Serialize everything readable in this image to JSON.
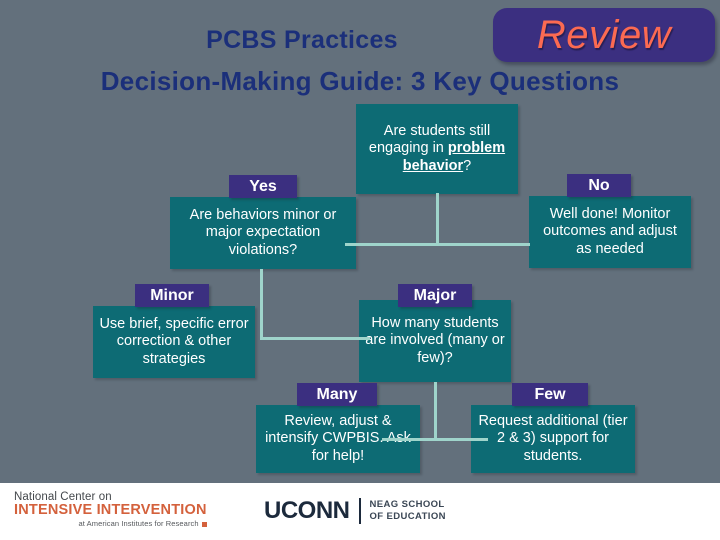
{
  "slide": {
    "background_color": "#63707c",
    "title": {
      "line1": "PCBS Practices",
      "line2": "Decision-Making Guide: 3 Key Questions",
      "color": "#1b2f7a"
    },
    "review_badge": {
      "text": "Review",
      "background_color": "#3b2f80",
      "text_color": "#fb6a52"
    }
  },
  "flowchart": {
    "node_color": "#0d6b74",
    "chip_color": "#3b2f80",
    "connector_color": "#9fd4cb",
    "q1": {
      "text_before": "Are students still engaging in ",
      "emphasis": "problem behavior",
      "text_after": "?"
    },
    "chips": {
      "yes": "Yes",
      "no": "No",
      "minor": "Minor",
      "major": "Major",
      "many": "Many",
      "few": "Few"
    },
    "nodes": {
      "q2_minor_major": "Are behaviors minor or major expectation violations?",
      "no_branch": "Well done! Monitor outcomes and adjust as needed",
      "minor_action": "Use brief, specific error correction & other strategies",
      "q3_how_many": "How many students are involved (many or few)?",
      "many_action": "Review, adjust & intensify CWPBIS. Ask for help!",
      "few_action": "Request additional (tier 2 & 3) support for students."
    }
  },
  "footer": {
    "background_color": "#ffffff",
    "ncii": {
      "line1": "National Center on",
      "line2": "INTENSIVE INTERVENTION",
      "line3": "at American Institutes for Research",
      "accent_color": "#d4613c"
    },
    "uconn": {
      "wordmark": "UCONN",
      "sub_line1": "NEAG SCHOOL",
      "sub_line2": "OF EDUCATION",
      "color": "#1c2a3c"
    }
  }
}
